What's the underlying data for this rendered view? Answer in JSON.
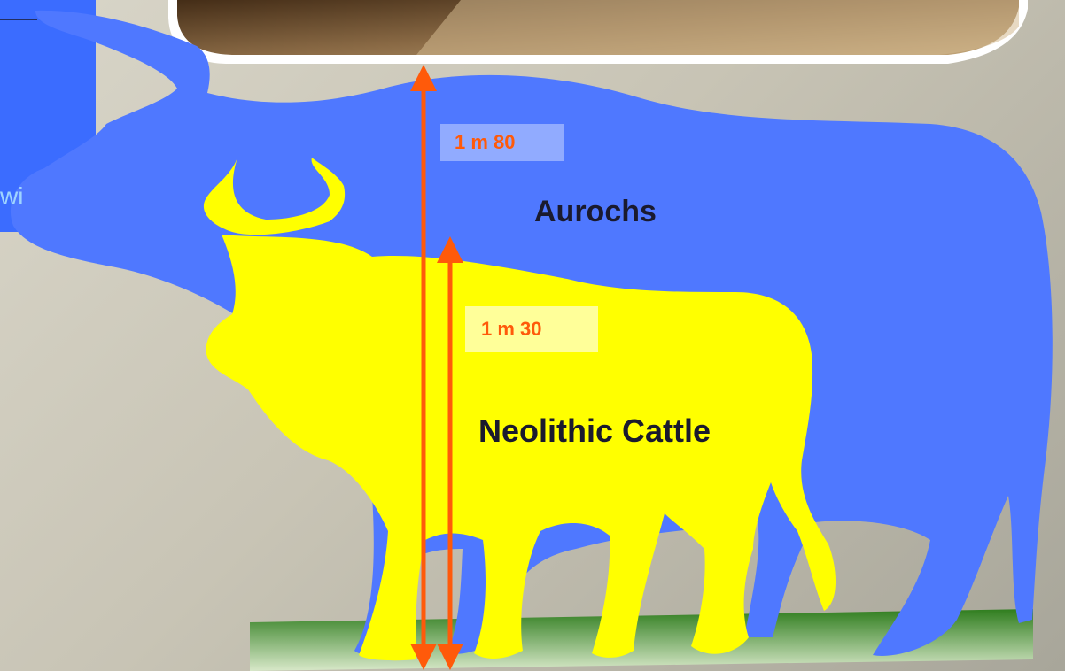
{
  "labels": {
    "aurochs_height": "1 m 80",
    "cattle_height": "1 m 30",
    "aurochs_name": "Aurochs",
    "cattle_name": "Neolithic Cattle",
    "partial_text": "wi"
  },
  "colors": {
    "aurochs": "#4f78ff",
    "cattle": "#ffff00",
    "arrow": "#ff5a0a",
    "ground_top": "#2f7d1e",
    "ground_bottom": "#d8e8c9",
    "photo_frame": "#ffffff",
    "photo_fill": "#6a4a2a",
    "side_panel": "#3b6cff"
  }
}
